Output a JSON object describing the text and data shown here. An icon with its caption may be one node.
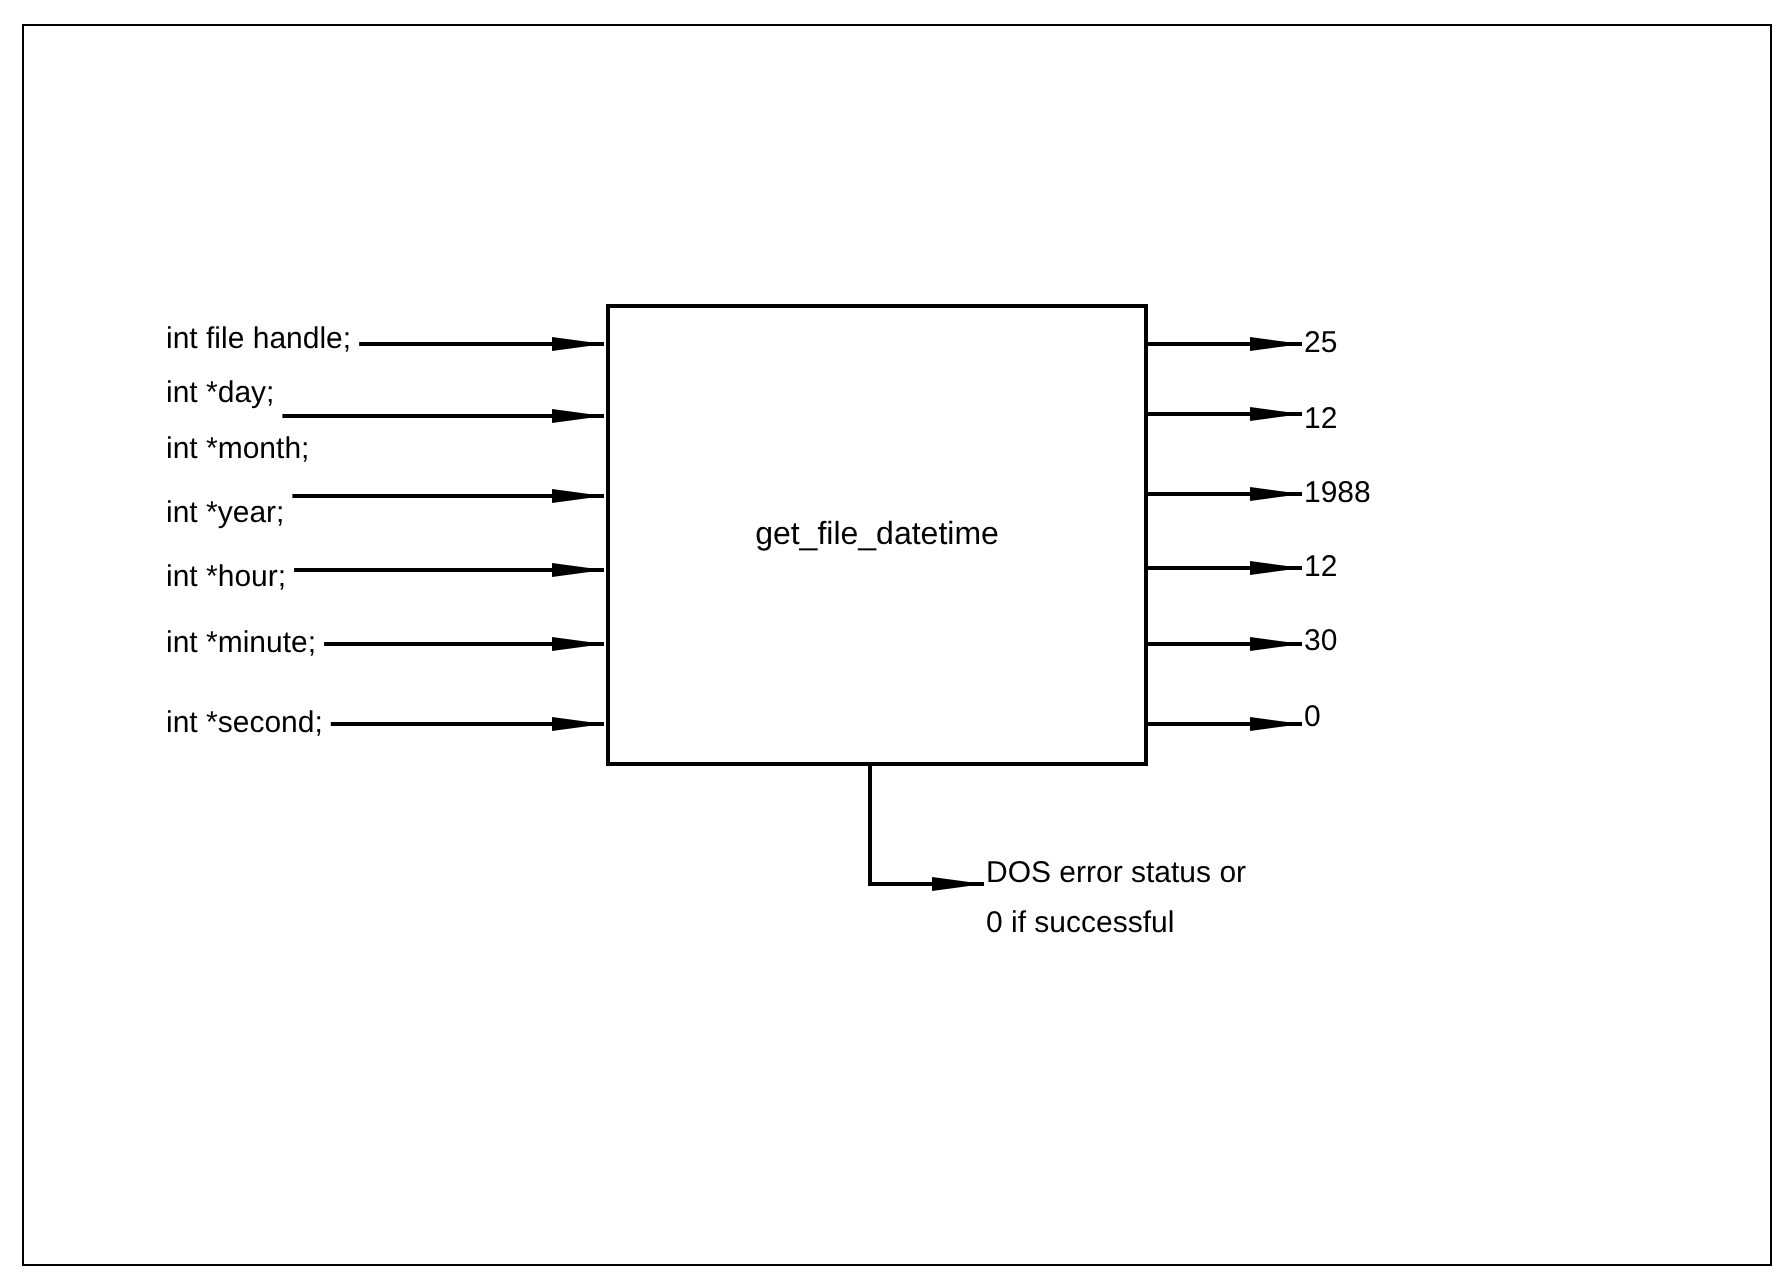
{
  "diagram": {
    "nodes": [
      {
        "text": [
          "get_file_datetime"
        ]
      },
      {
        "text": [
          "int file handle;"
        ]
      },
      {
        "text": [
          "int *day;"
        ]
      },
      {
        "text": [
          "int *month;"
        ]
      },
      {
        "text": [
          "int *year;"
        ]
      },
      {
        "text": [
          "int *hour;"
        ]
      },
      {
        "text": [
          "int *minute;"
        ]
      },
      {
        "text": [
          "int *second;"
        ]
      },
      {
        "text": [
          "25"
        ]
      },
      {
        "text": [
          "12"
        ]
      },
      {
        "text": [
          "1988"
        ]
      },
      {
        "text": [
          "12"
        ]
      },
      {
        "text": [
          "30"
        ]
      },
      {
        "text": [
          "0"
        ]
      },
      {
        "text": [
          "DOS error status or 0 if successful"
        ]
      }
    ],
    "edges": [
      {
        "from": 1,
        "to": 0,
        "arrow": "to"
      },
      {
        "from": 2,
        "to": 0,
        "arrow": "to"
      },
      {
        "from": 4,
        "to": 0,
        "arrow": "to"
      },
      {
        "from": 5,
        "to": 0,
        "arrow": "to"
      },
      {
        "from": 6,
        "to": 0,
        "arrow": "to"
      },
      {
        "from": 7,
        "to": 0,
        "arrow": "to"
      },
      {
        "from": 0,
        "to": 8,
        "arrow": "to"
      },
      {
        "from": 0,
        "to": 9,
        "arrow": "to"
      },
      {
        "from": 0,
        "to": 10,
        "arrow": "to"
      },
      {
        "from": 0,
        "to": 11,
        "arrow": "to"
      },
      {
        "from": 0,
        "to": 12,
        "arrow": "to"
      },
      {
        "from": 0,
        "to": 13,
        "arrow": "to"
      },
      {
        "from": 0,
        "to": 14,
        "arrow": "to"
      }
    ]
  }
}
